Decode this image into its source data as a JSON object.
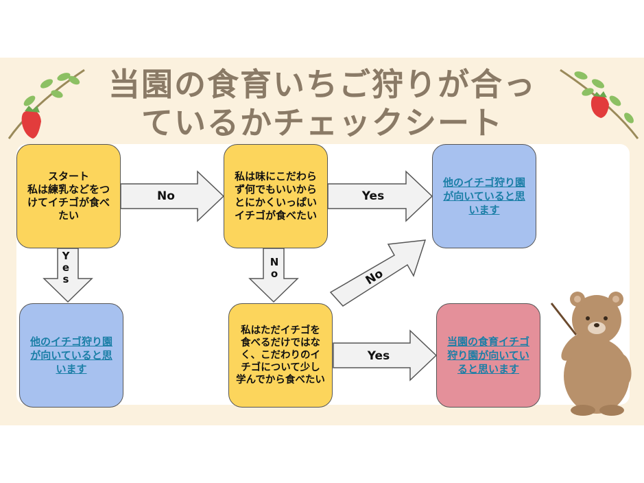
{
  "title": {
    "line1": "当園の食育いちご狩りが合っ",
    "line2": "ているかチェックシート"
  },
  "nodes": {
    "start": "スタート\n私は練乳などをつけてイチゴが食べたい",
    "q2": "私は味にこだわらず何でもいいからとにかくいっぱいイチゴが食べたい",
    "q3": "私はただイチゴを食べるだけではなく、こだわりのイチゴについて少し学んでから食べたい",
    "result_top_right": "他のイチゴ狩り園が向いていると思います",
    "result_left": "他のイチゴ狩り園が向いていると思います",
    "result_ours": "当園の食育イチゴ狩り園が向いていると思います"
  },
  "edges": {
    "start_no": "No",
    "start_yes": "Yes",
    "q2_yes": "Yes",
    "q2_no": "No",
    "q3_no": "No",
    "q3_yes": "Yes"
  },
  "colors": {
    "question": "#fcd55c",
    "other_result": "#a7c1ef",
    "our_result": "#e4909a",
    "link": "#1a7ea6",
    "title": "#8a7a66"
  },
  "decorations": [
    "strawberry-branch-left",
    "strawberry-branch-right",
    "bear-mascot"
  ]
}
